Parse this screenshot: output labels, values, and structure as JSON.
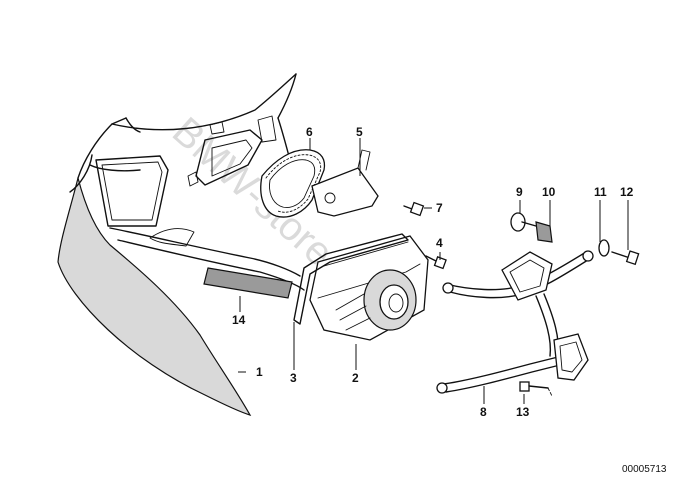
{
  "diagram": {
    "callouts": [
      "1",
      "2",
      "3",
      "4",
      "5",
      "6",
      "7",
      "8",
      "9",
      "10",
      "11",
      "12",
      "13",
      "14"
    ],
    "watermark": "BMW-store.pl",
    "image_code": "00005713"
  }
}
